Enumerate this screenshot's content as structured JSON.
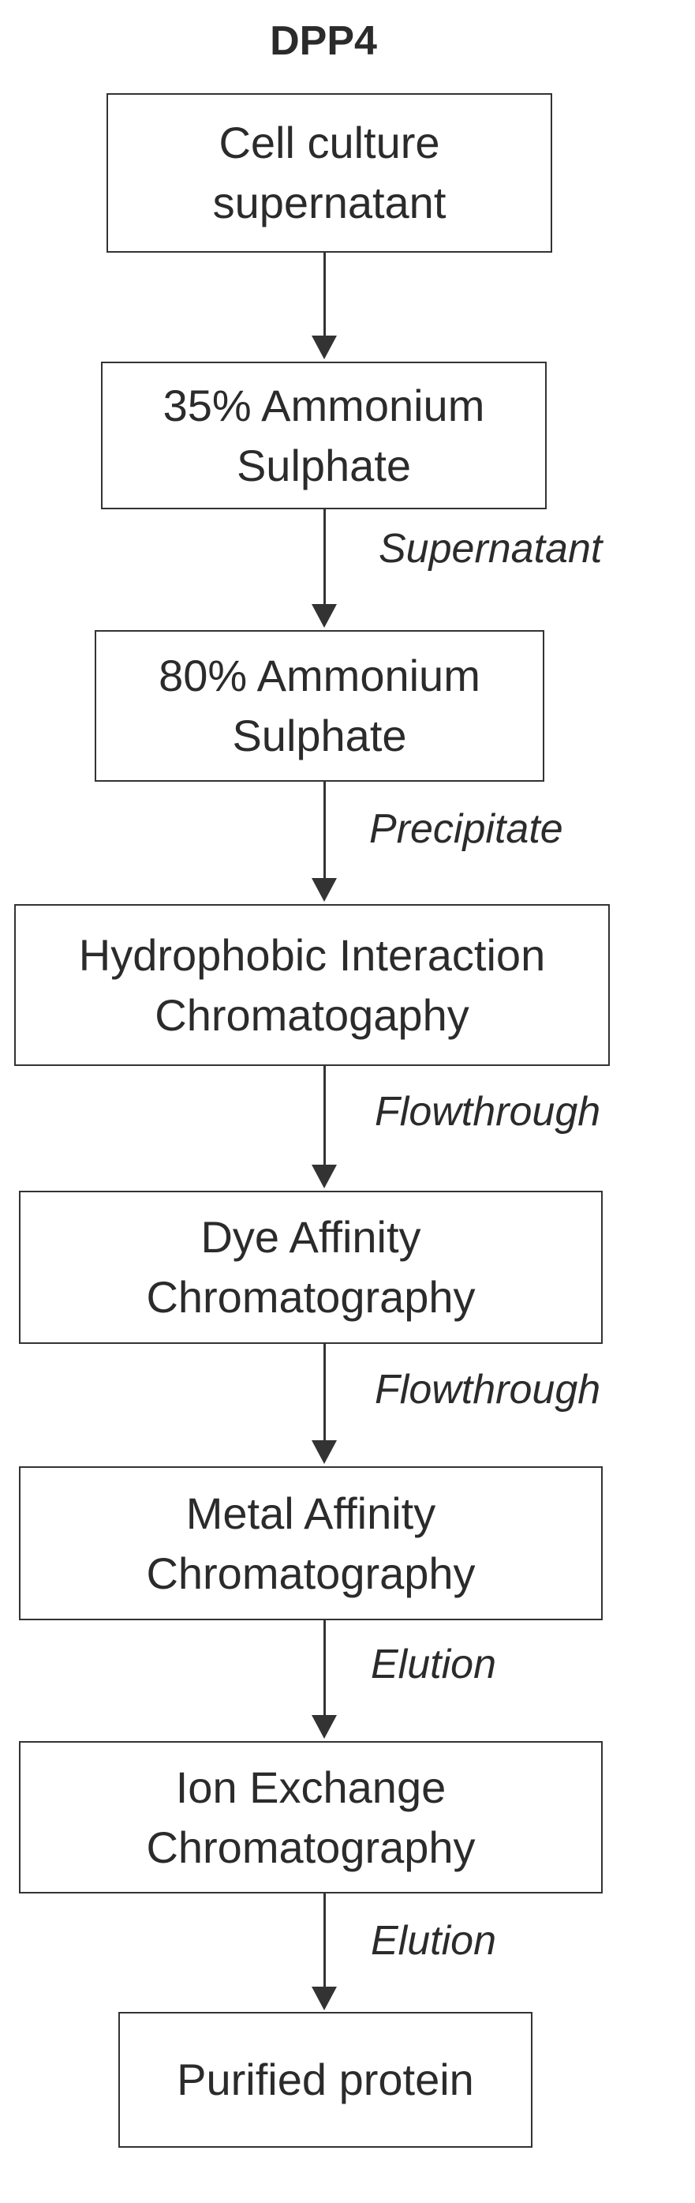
{
  "diagram": {
    "title": "DPP4",
    "steps": [
      {
        "line1": "Cell culture",
        "line2": "supernatant"
      },
      {
        "line1": "35% Ammonium",
        "line2": "Sulphate"
      },
      {
        "line1": "80% Ammonium",
        "line2": "Sulphate"
      },
      {
        "line1": "Hydrophobic Interaction",
        "line2": "Chromatogaphy"
      },
      {
        "line1": "Dye Affinity",
        "line2": "Chromatography"
      },
      {
        "line1": "Metal Affinity",
        "line2": "Chromatography"
      },
      {
        "line1": "Ion Exchange",
        "line2": "Chromatography"
      },
      {
        "line1": "Purified protein"
      }
    ],
    "arrow_labels": [
      "",
      "Supernatant",
      "Precipitate",
      "Flowthrough",
      "Flowthrough",
      "Elution",
      "Elution"
    ]
  }
}
